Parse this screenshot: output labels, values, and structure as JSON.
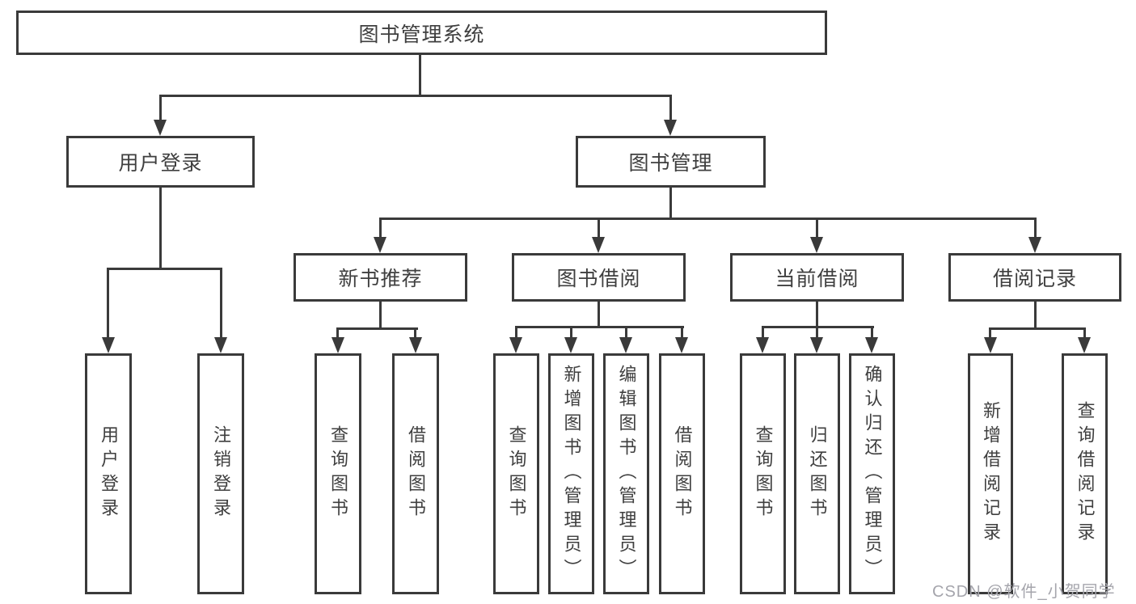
{
  "tree": {
    "label": "图书管理系统",
    "children": [
      {
        "label": "用户登录",
        "children": [
          {
            "label": "用户登录"
          },
          {
            "label": "注销登录"
          }
        ]
      },
      {
        "label": "图书管理",
        "children": [
          {
            "label": "新书推荐",
            "children": [
              {
                "label": "查询图书"
              },
              {
                "label": "借阅图书"
              }
            ]
          },
          {
            "label": "图书借阅",
            "children": [
              {
                "label": "查询图书"
              },
              {
                "label": "新增图书（管理员）"
              },
              {
                "label": "编辑图书（管理员）"
              },
              {
                "label": "借阅图书"
              }
            ]
          },
          {
            "label": "当前借阅",
            "children": [
              {
                "label": "查询图书"
              },
              {
                "label": "归还图书"
              },
              {
                "label": "确认归还（管理员）"
              }
            ]
          },
          {
            "label": "借阅记录",
            "children": [
              {
                "label": "新增借阅记录"
              },
              {
                "label": "查询借阅记录"
              }
            ]
          }
        ]
      }
    ]
  },
  "watermark": {
    "text": "CSDN @软件_小贺同学"
  },
  "colors": {
    "line": "#3a3a3a",
    "text": "#3f3f3f",
    "watermark": "#a5a5ac",
    "bg": "#ffffff"
  }
}
